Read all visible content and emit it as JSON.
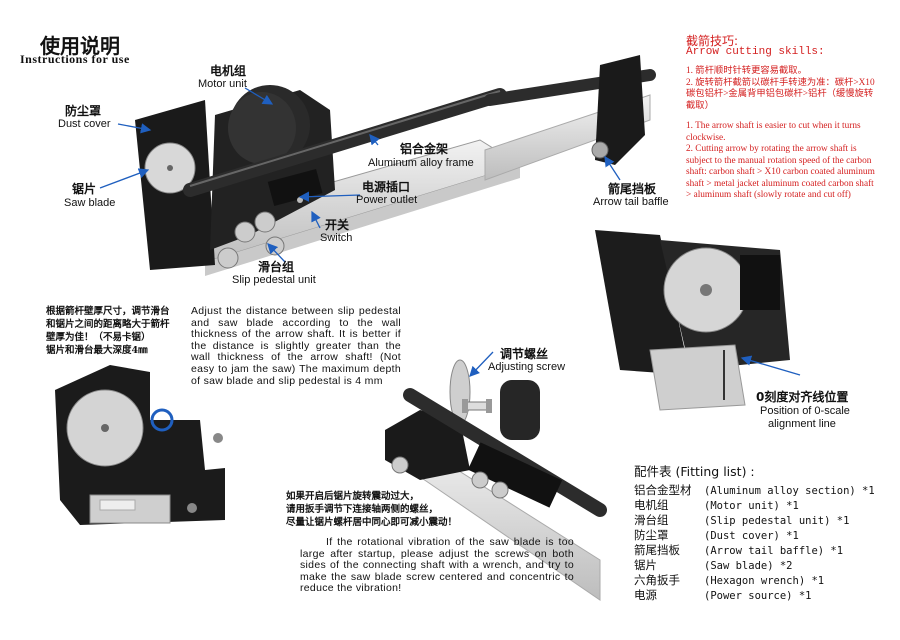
{
  "header": {
    "title_cn": "使用说明",
    "title_en": "Instructions for use"
  },
  "labels": {
    "motor_cn": "电机组",
    "motor_en": "Motor unit",
    "dust_cn": "防尘罩",
    "dust_en": "Dust cover",
    "alu_cn": "铝合金架",
    "alu_en": "Aluminum alloy frame",
    "outlet_cn": "电源插口",
    "outlet_en": "Power outlet",
    "saw_cn": "锯片",
    "saw_en": "Saw blade",
    "switch_cn": "开关",
    "switch_en": "Switch",
    "slip_cn": "滑台组",
    "slip_en": "Slip pedestal unit",
    "tail_cn": "箭尾挡板",
    "tail_en": "Arrow tail baffle",
    "adjust_cn": "调节螺丝",
    "adjust_en": "Adjusting screw",
    "zero_cn": "0刻度对齐线位置",
    "zero_en_1": "Position of 0-scale",
    "zero_en_2": "alignment line"
  },
  "skills": {
    "title_cn": "截箭技巧:",
    "title_en": "Arrow cutting skills:",
    "cn_1": "1. 箭杆顺时针转更容易截取。",
    "cn_2": "2. 旋转箭杆截箭以碳杆手转速为准：碳杆>X10碳包铝杆>金属背甲铝包碳杆>铝杆（缓慢旋转截取）",
    "en_1": "1. The arrow shaft is easier to cut when it turns clockwise.",
    "en_2": "2. Cutting arrow by rotating the arrow shaft is subject to the manual rotation speed of the carbon shaft: carbon shaft > X10 carbon coated aluminum shaft > metal jacket aluminum coated carbon shaft > aluminum shaft (slowly rotate and cut off)"
  },
  "distance": {
    "cn_1": "根据箭杆壁厚尺寸，调节滑台",
    "cn_2": "和锯片之间的距离略大于箭杆",
    "cn_3": "壁厚为佳！（不易卡锯）",
    "cn_4": "锯片和滑台最大深度4㎜",
    "en": "Adjust the distance between slip pedestal and saw blade according to the wall thickness of the arrow shaft. It is better if the distance is slightly greater than the wall thickness of the arrow shaft! (Not easy to jam the saw) The maximum depth of saw blade and slip pedestal is 4 mm"
  },
  "vibration": {
    "cn_1": "如果开启后锯片旋转震动过大，",
    "cn_2": "请用扳手调节下连接轴两侧的螺丝，",
    "cn_3": "尽量让锯片螺杆居中同心即可减小震动！",
    "en": "If the rotational vibration of the saw blade is too large after startup, please adjust the screws on both sides of the connecting shaft with a wrench, and try to make the saw blade screw centered and concentric to reduce the vibration!"
  },
  "fitting": {
    "title": "配件表   (Fitting list) :",
    "items": [
      {
        "cn": "铝合金型材",
        "en": "(Aluminum alloy section) *1"
      },
      {
        "cn": "电机组",
        "en": "(Motor unit) *1"
      },
      {
        "cn": "滑台组",
        "en": "(Slip pedestal unit) *1"
      },
      {
        "cn": "防尘罩",
        "en": "(Dust cover) *1"
      },
      {
        "cn": "箭尾挡板",
        "en": "(Arrow tail baffle) *1"
      },
      {
        "cn": "锯片",
        "en": "(Saw blade) *2"
      },
      {
        "cn": "六角扳手",
        "en": "(Hexagon wrench) *1"
      },
      {
        "cn": "电源",
        "en": "(Power source) *1"
      }
    ]
  },
  "colors": {
    "accent_red": "#d42020",
    "arrow_blue": "#1f5fbf"
  }
}
